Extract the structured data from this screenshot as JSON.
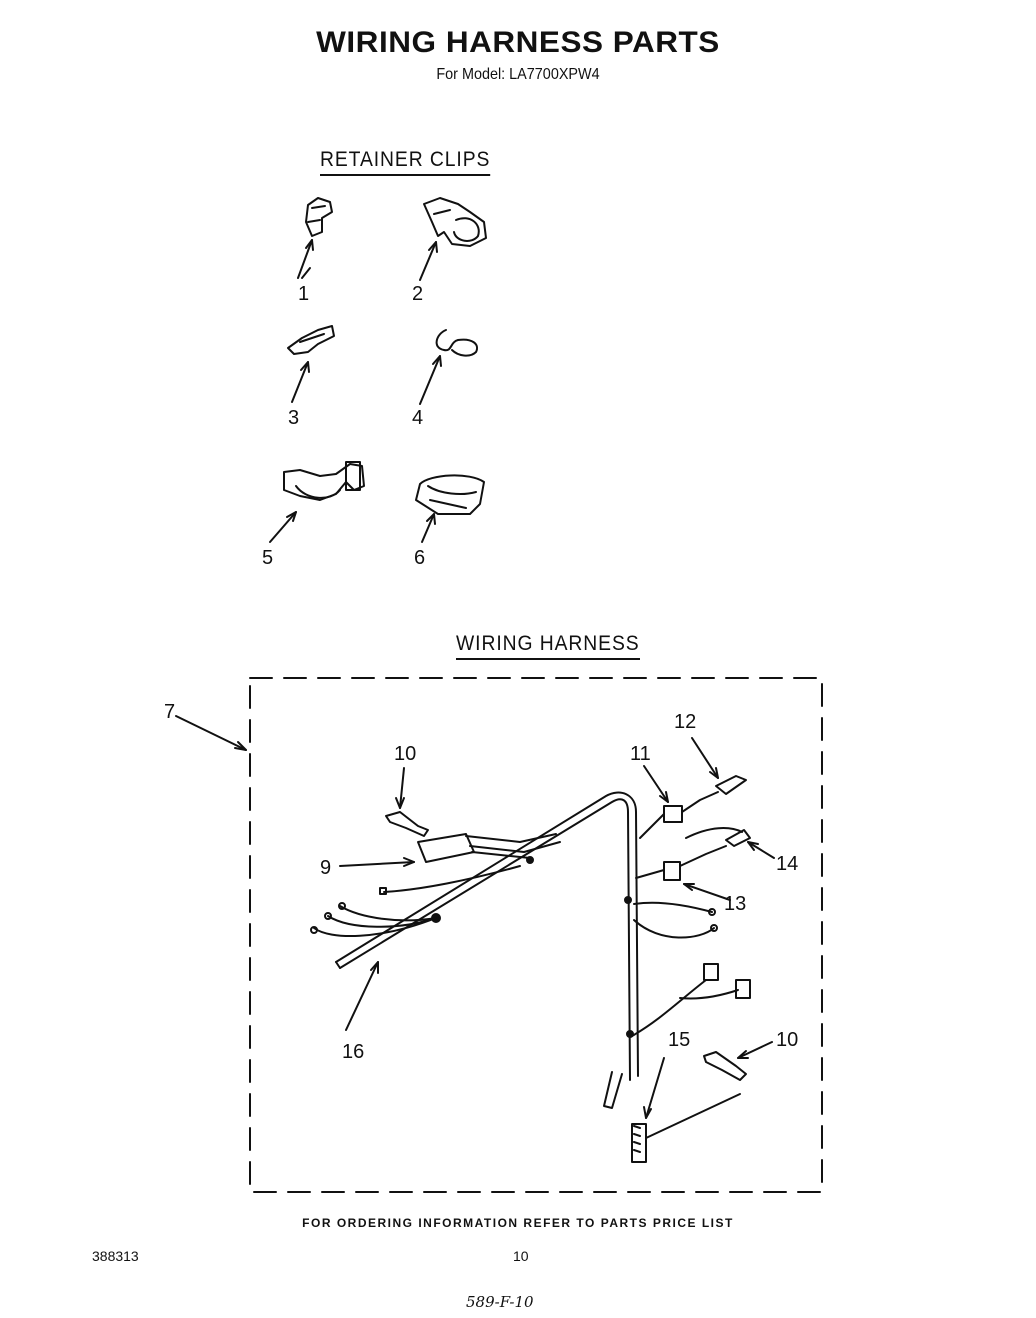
{
  "header": {
    "title": "WIRING HARNESS PARTS",
    "subtitle": "For Model: LA7700XPW4"
  },
  "sections": {
    "clips_title": "RETAINER CLIPS",
    "harness_title": "WIRING HARNESS"
  },
  "clip_labels": [
    "1",
    "2",
    "3",
    "4",
    "5",
    "6"
  ],
  "harness_labels": {
    "frame": "7",
    "connector_block": "9",
    "terminal_left": "10",
    "terminal_right": "10",
    "connector_11": "11",
    "terminal_12": "12",
    "connector_13": "13",
    "terminal_14": "14",
    "connector_15": "15",
    "sleeve_16": "16"
  },
  "footer": {
    "note": "FOR ORDERING INFORMATION REFER TO PARTS PRICE LIST",
    "doc_number": "388313",
    "page_number": "10",
    "handwritten": "589-F-10"
  },
  "colors": {
    "ink": "#111111",
    "paper": "#ffffff"
  }
}
